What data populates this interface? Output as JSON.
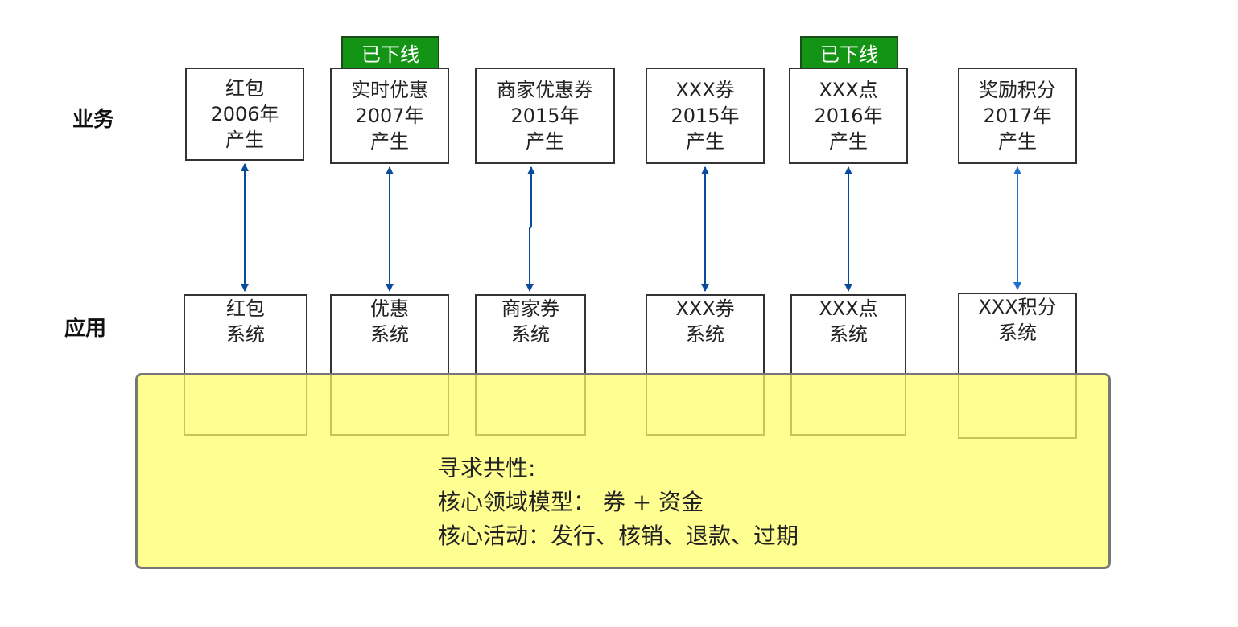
{
  "layers": {
    "business": "业务",
    "application": "应用"
  },
  "business_boxes": [
    {
      "lines": [
        "红包",
        "2006年",
        "产生"
      ]
    },
    {
      "lines": [
        "实时优惠",
        "2007年",
        "产生"
      ],
      "badge": "已下线"
    },
    {
      "lines": [
        "商家优惠券",
        "2015年",
        "产生"
      ]
    },
    {
      "lines": [
        "XXX券",
        "2015年",
        "产生"
      ]
    },
    {
      "lines": [
        "XXX点",
        "2016年",
        "产生"
      ],
      "badge": "已下线"
    },
    {
      "lines": [
        "奖励积分",
        "2017年",
        "产生"
      ]
    }
  ],
  "app_boxes": [
    {
      "lines": [
        "红包",
        "系统"
      ]
    },
    {
      "lines": [
        "优惠",
        "系统"
      ]
    },
    {
      "lines": [
        "商家券",
        "系统"
      ]
    },
    {
      "lines": [
        "XXX券",
        "系统"
      ]
    },
    {
      "lines": [
        "XXX点",
        "系统"
      ]
    },
    {
      "lines": [
        "XXX积分",
        "系统"
      ]
    }
  ],
  "commonality": {
    "title": "寻求共性:",
    "model": "核心领域模型： 券 + 资金",
    "activities": "核心活动：发行、核销、退款、过期"
  },
  "colors": {
    "arrow": "#0a4a9c",
    "arrow_last": "#1e6fd0",
    "badge_bg": "#149414",
    "highlight": "#ffff66"
  }
}
